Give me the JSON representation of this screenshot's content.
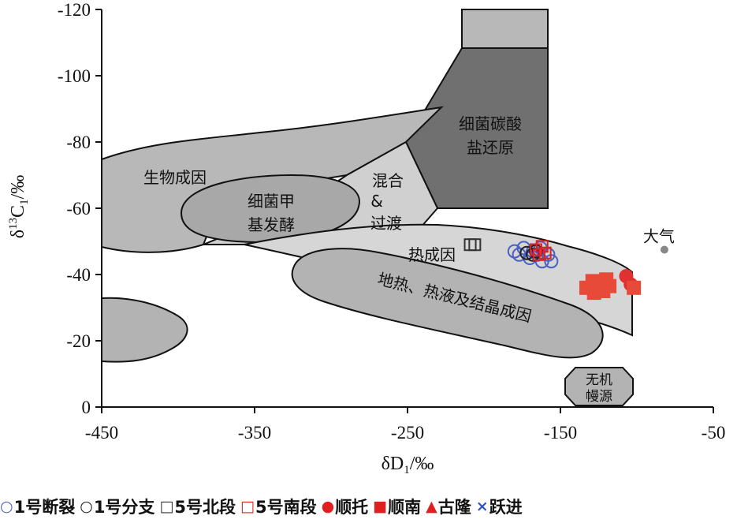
{
  "chart_data": {
    "type": "scatter",
    "title": "",
    "xlabel": "δD",
    "xlabel_sub": "1",
    "xlabel_unit": "/‰",
    "ylabel": "δ",
    "ylabel_sup": "13",
    "ylabel_mid": "C",
    "ylabel_sub": "1",
    "ylabel_unit": "/‰",
    "xlim": [
      -450,
      -50
    ],
    "ylim": [
      0,
      -120
    ],
    "xticks": [
      -450,
      -350,
      -250,
      -150,
      -50
    ],
    "yticks": [
      -120,
      -100,
      -80,
      -60,
      -40,
      -20,
      0
    ],
    "xtick_labels": [
      "-450",
      "-350",
      "-250",
      "-150",
      "-50"
    ],
    "ytick_labels": [
      "-120",
      "-100",
      "-80",
      "-60",
      "-40",
      "-20",
      "0"
    ],
    "regions": [
      {
        "name": "生物成因",
        "lines": [
          "生物成因"
        ],
        "fill": "#b8b8b8"
      },
      {
        "name": "细菌甲基发酵",
        "lines": [
          "细菌甲",
          "基发酵"
        ],
        "fill": "#a6a6a6"
      },
      {
        "name": "混合&过渡",
        "lines": [
          "混合",
          "&",
          "过渡"
        ],
        "fill": "#cfcfcf"
      },
      {
        "name": "细菌碳酸盐还原",
        "lines": [
          "细菌碳酸",
          "盐还原"
        ],
        "fill": "#707070"
      },
      {
        "name": "热成因",
        "lines": [
          "热成因"
        ],
        "fill": "#d6d6d6"
      },
      {
        "name": "地热、热液及结晶成因",
        "lines": [
          "地热、热液及结晶成因"
        ],
        "fill": "#b3b3b3"
      },
      {
        "name": "无机幔源",
        "lines": [
          "无机",
          "幔源"
        ],
        "fill": "#b3b3b3"
      },
      {
        "name": "",
        "lines": [],
        "fill": "#b3b3b3"
      }
    ],
    "annotations": [
      {
        "text": "大气",
        "x": -82,
        "y": -47.5
      }
    ],
    "series": [
      {
        "name": "1号断裂",
        "marker": "open-circle",
        "color": "#4a5fc1",
        "points": [
          [
            -180,
            -47
          ],
          [
            -177,
            -46
          ],
          [
            -174,
            -48
          ],
          [
            -170,
            -45
          ],
          [
            -168,
            -47
          ],
          [
            -165,
            -46
          ],
          [
            -163,
            -48
          ],
          [
            -162,
            -44
          ],
          [
            -158,
            -46
          ],
          [
            -156,
            -44
          ]
        ]
      },
      {
        "name": "1号分支",
        "marker": "open-circle",
        "color": "#222222",
        "points": [
          [
            -172,
            -46.5
          ],
          [
            -168,
            -46
          ],
          [
            -166,
            -47
          ]
        ]
      },
      {
        "name": "5号北段",
        "marker": "open-square",
        "color": "#333333",
        "points": [
          [
            -209,
            -49
          ],
          [
            -206,
            -49
          ]
        ]
      },
      {
        "name": "5号南段",
        "marker": "open-square",
        "color": "#e02020",
        "points": [
          [
            -166,
            -47.5
          ],
          [
            -162,
            -48.5
          ],
          [
            -160,
            -46.5
          ],
          [
            -164,
            -46
          ]
        ]
      },
      {
        "name": "顺托",
        "marker": "filled-circle",
        "color": "#e03030",
        "points": [
          [
            -107,
            -39.5
          ],
          [
            -104,
            -37
          ]
        ]
      },
      {
        "name": "顺南",
        "marker": "filled-square",
        "color": "#e84a3a",
        "points": [
          [
            -133,
            -36
          ],
          [
            -129,
            -38
          ],
          [
            -125,
            -36.5
          ],
          [
            -122,
            -37.5
          ],
          [
            -120,
            -38.5
          ],
          [
            -118,
            -36.5
          ],
          [
            -128,
            -34.5
          ],
          [
            -122,
            -35
          ],
          [
            -102,
            -36
          ]
        ]
      },
      {
        "name": "古隆",
        "marker": "filled-triangle",
        "color": "#e03030",
        "points": []
      },
      {
        "name": "跃进",
        "marker": "x",
        "color": "#3050c0",
        "points": []
      }
    ],
    "atmosphere_point": {
      "x": -82,
      "y": -47.5,
      "color": "#888888"
    },
    "legend_position": "bottom",
    "grid": false
  },
  "legend": [
    {
      "symbol": "○",
      "color": "#4a5fc1",
      "label": "1号断裂"
    },
    {
      "symbol": "○",
      "color": "#222222",
      "label": "1号分支"
    },
    {
      "symbol": "□",
      "color": "#333333",
      "label": "5号北段"
    },
    {
      "symbol": "□",
      "color": "#e02020",
      "label": "5号南段"
    },
    {
      "symbol": "●",
      "color": "#e02020",
      "label": "顺托"
    },
    {
      "symbol": "■",
      "color": "#e02020",
      "label": "顺南"
    },
    {
      "symbol": "▲",
      "color": "#e02020",
      "label": "古隆"
    },
    {
      "symbol": "×",
      "color": "#3050c0",
      "label": "跃进"
    }
  ]
}
